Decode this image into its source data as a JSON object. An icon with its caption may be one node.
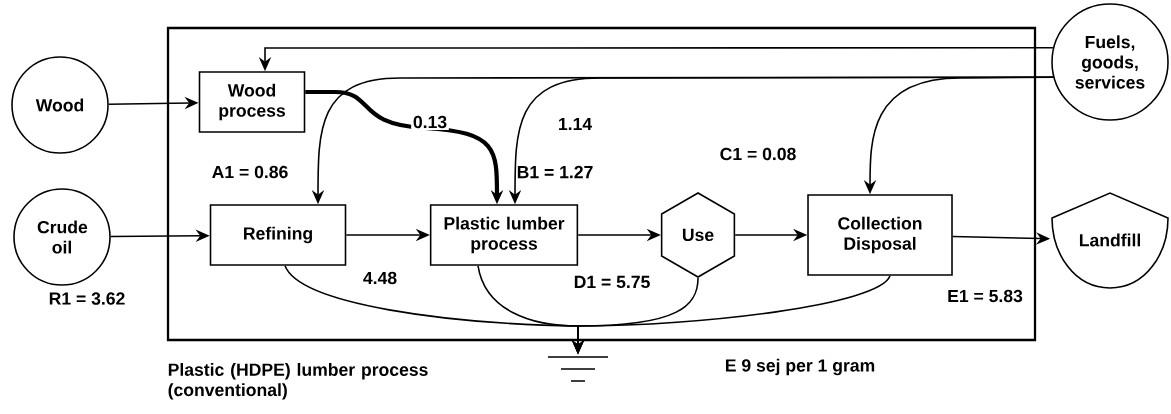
{
  "diagram": {
    "nodes": [
      {
        "text": [
          "Plastic (HDPE) lumber process (conventional)"
        ]
      },
      {
        "text": [
          "Wood"
        ]
      },
      {
        "text": [
          "Crude oil"
        ],
        "beside": [
          "R1 = 3.62"
        ]
      },
      {
        "text": [
          "Fuels, goods, services"
        ]
      },
      {
        "text": [
          "Wood process"
        ],
        "in": 0
      },
      {
        "text": [
          "Refining"
        ],
        "in": 0
      },
      {
        "text": [
          "Plastic lumber process"
        ],
        "in": 0
      },
      {
        "text": [
          "Use"
        ],
        "in": 0
      },
      {
        "text": [
          "Collection Disposal"
        ],
        "in": 0
      },
      {
        "text": [
          "Landfill"
        ]
      },
      {
        "text": [],
        "shape": "ground"
      }
    ],
    "edges": [
      {
        "from": 1,
        "to": 4,
        "arrow": "to"
      },
      {
        "from": 2,
        "to": 5,
        "arrow": "to"
      },
      {
        "from": 3,
        "to": 4,
        "arrow": "to"
      },
      {
        "from": 3,
        "to": 5,
        "arrow": "to",
        "label": "A1 = 0.86"
      },
      {
        "from": 3,
        "to": 6,
        "arrow": "to",
        "label": "1.14"
      },
      {
        "from": 4,
        "to": 6,
        "arrow": "to",
        "label": "0.13",
        "style": "thick"
      },
      {
        "from": 3,
        "to": 8,
        "arrow": "to",
        "label": "C1 = 0.08"
      },
      {
        "from": 5,
        "to": 6,
        "arrow": "to",
        "label": "4.48"
      },
      {
        "from": 6,
        "to": 7,
        "arrow": "to"
      },
      {
        "from": 7,
        "to": 8,
        "arrow": "to"
      },
      {
        "from": 8,
        "to": 9,
        "arrow": "to"
      },
      {
        "from": 5,
        "to": 10,
        "arrow": "to"
      },
      {
        "from": 6,
        "to": 10,
        "arrow": "to"
      },
      {
        "from": 7,
        "to": 10,
        "arrow": "to"
      },
      {
        "from": 8,
        "to": 10,
        "arrow": "to"
      }
    ],
    "labels": [
      "B1 = 1.27",
      "D1 = 5.75",
      "E1 = 5.83",
      "E 9 sej per 1 gram"
    ]
  }
}
